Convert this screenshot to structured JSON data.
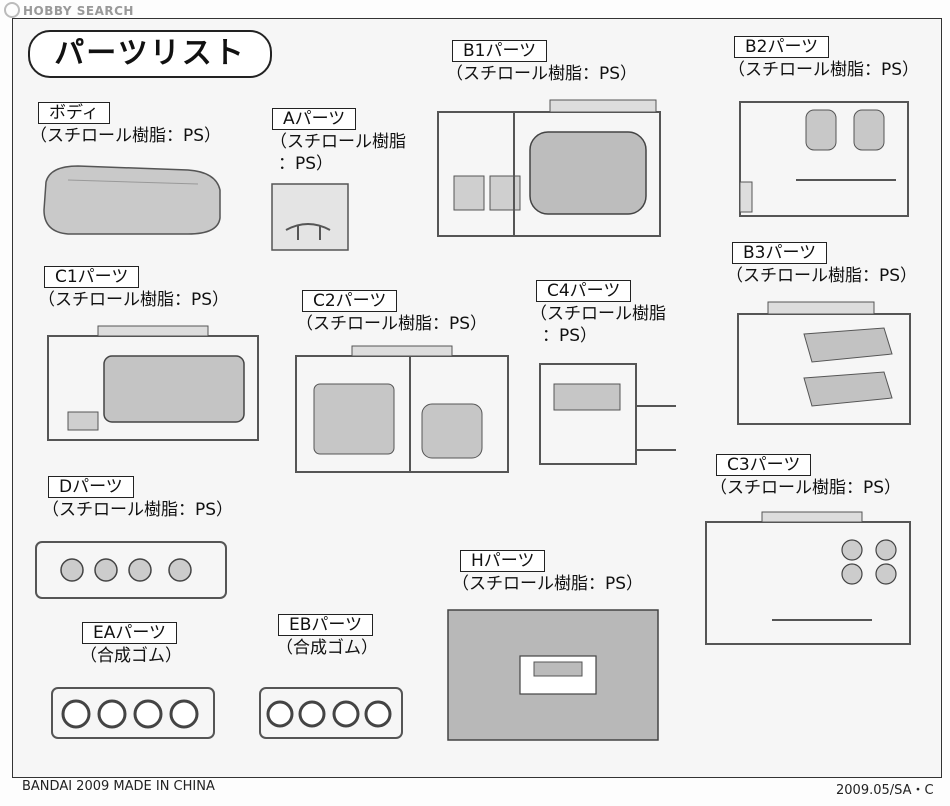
{
  "watermark": "HOBBY SEARCH",
  "title": "パーツリスト",
  "parts": [
    {
      "id": "body",
      "name": "ボディ",
      "material": "（スチロール樹脂：PS）"
    },
    {
      "id": "a",
      "name": "Aパーツ",
      "material_line1": "（スチロール樹脂",
      "material_line2": "：PS）"
    },
    {
      "id": "b1",
      "name": "B1パーツ",
      "material": "（スチロール樹脂：PS）"
    },
    {
      "id": "b2",
      "name": "B2パーツ",
      "material": "（スチロール樹脂：PS）"
    },
    {
      "id": "c1",
      "name": "C1パーツ",
      "material": "（スチロール樹脂：PS）"
    },
    {
      "id": "c2",
      "name": "C2パーツ",
      "material": "（スチロール樹脂：PS）"
    },
    {
      "id": "c4",
      "name": "C4パーツ",
      "material_line1": "（スチロール樹脂",
      "material_line2": "：PS）"
    },
    {
      "id": "b3",
      "name": "B3パーツ",
      "material": "（スチロール樹脂：PS）"
    },
    {
      "id": "d",
      "name": "Dパーツ",
      "material": "（スチロール樹脂：PS）"
    },
    {
      "id": "c3",
      "name": "C3パーツ",
      "material": "（スチロール樹脂：PS）"
    },
    {
      "id": "h",
      "name": "Hパーツ",
      "material": "（スチロール樹脂：PS）"
    },
    {
      "id": "ea",
      "name": "EAパーツ",
      "material": "（合成ゴム）"
    },
    {
      "id": "eb",
      "name": "EBパーツ",
      "material": "（合成ゴム）"
    }
  ],
  "footer": {
    "left": "BANDAI 2009 MADE IN CHINA",
    "right": "2009.05/SA・C"
  }
}
